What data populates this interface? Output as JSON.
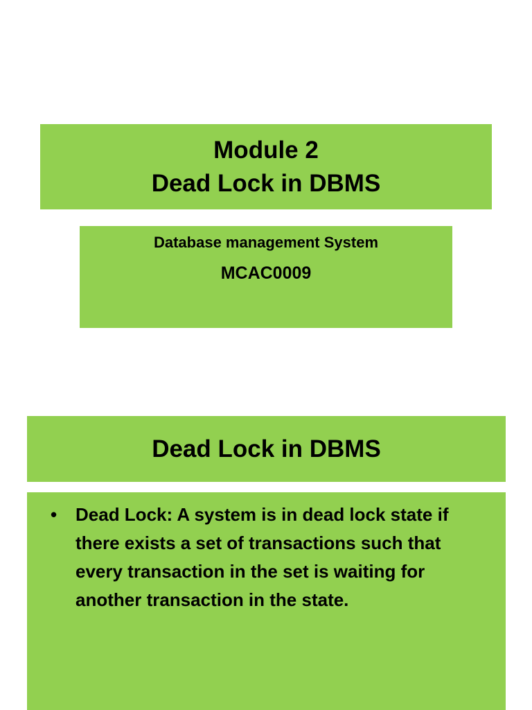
{
  "slide1": {
    "title_line1": "Module 2",
    "title_line2": "Dead Lock in DBMS",
    "course_name": "Database management System",
    "course_code": "MCAC0009"
  },
  "slide2": {
    "title": "Dead Lock in DBMS",
    "bullet_mark": "•",
    "bullet_text": "Dead Lock: A system is in dead lock state if there exists a set of transactions such that every transaction in the set is waiting for another transaction in the state."
  },
  "colors": {
    "box_fill": "#92d050",
    "text": "#000000",
    "background": "#ffffff"
  }
}
